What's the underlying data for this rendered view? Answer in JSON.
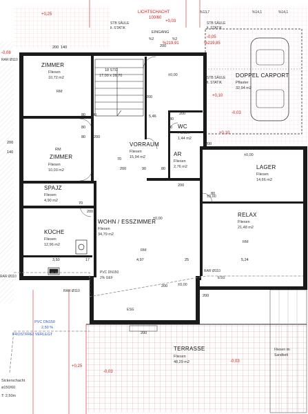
{
  "rooms": {
    "zimmer1": {
      "name": "ZIMMER",
      "floor": "Fliesen",
      "area": "10,72 m2",
      "rm": "RM"
    },
    "zimmer2": {
      "name": "ZIMMER",
      "floor": "Fliesen",
      "area": "10,03 m2",
      "rm": "RM"
    },
    "vorraum": {
      "name": "VORRAUM",
      "floor": "Fliesen",
      "area": "15,94 m2"
    },
    "ar": {
      "name": "AR",
      "floor": "Fliesen",
      "area": "2,76 m2"
    },
    "wc": {
      "name": "WC",
      "floor": "Fliesen",
      "area": "1,44 m2"
    },
    "lager": {
      "name": "LAGER",
      "floor": "Fliesen",
      "area": "14,66 m2"
    },
    "relax": {
      "name": "RELAX",
      "floor": "Fliesen",
      "area": "21,48 m2",
      "rm": "RM"
    },
    "spajz": {
      "name": "SPAJZ",
      "floor": "Fliesen",
      "area": "4,90 m2"
    },
    "kueche": {
      "name": "KÜCHE",
      "floor": "Fliesen",
      "area": "12,96 m2"
    },
    "wohn": {
      "name": "WOHN / ESSZIMMER",
      "floor": "Fliesen",
      "area": "34,79 m2",
      "rm": "RM"
    },
    "carport": {
      "name": "DOPPEL CARPORT",
      "floor": "Pflaster",
      "area": "32,94 m2"
    },
    "terrasse": {
      "name": "TERRASSE",
      "floor": "Fliesen",
      "area": "48,29 m2"
    }
  },
  "stairs": {
    "label": "18 STG",
    "size": "17,00 x 26,70"
  },
  "entrance": {
    "label": "EINGANG"
  },
  "labels": {
    "stb_saeule_1": "STB SÄULE",
    "il_statik_1": "lt. STATIK",
    "stb_saeule_2": "STB SÄULE",
    "il_statik_2": "lt. STATIK",
    "stb_saeule_3": "STB SÄULE",
    "il_statik_3": "lt. STATIK",
    "lichtschacht": "LICHTSCHACHT",
    "lichtschacht_size": "100/60",
    "pvc_dn150_a": "PVC DN150",
    "pvc_gef_a": "2% GEF",
    "pvc_dn150_b": "PVC DN150",
    "pvc_gef_b": "2,50 %",
    "frostfrei": "FROSTFREI VERLEGT",
    "rar_110_a": "RAR Ø110",
    "rar_110_b": "RAR Ø110",
    "rar_110_c": "RAR Ø110",
    "rar_110_d": "RAR Ø110",
    "esg_1": "ESG",
    "esg_2": "ESG",
    "fliesen_sandbett_1": "Fliesen im",
    "fliesen_sandbett_2": "Sandbett",
    "sickerschacht": "Sickerschacht",
    "sicker_size": "ø150/60",
    "sicker_depth": "T: 2,50m",
    "rm": "RM"
  },
  "levels": {
    "l1": "+0,25",
    "l2": "-0,08",
    "l3": "-0,05",
    "l4": "+0,10",
    "l5": "-0,03",
    "l6": "+0,10",
    "l7": "-0,03",
    "l8": "+0,25",
    "l9": "-0,03",
    "l10": "+0,03",
    "l11": "%13,7",
    "l12": "%14,1",
    "l13": "%14,1",
    "l14": "%219,85",
    "l15": "%219,91",
    "l16": "%2",
    "l17": "%2",
    "z1": "±0,00",
    "z2": "±0,00",
    "z3": "±0,00",
    "z4": "±0,00",
    "z5": "±0,00"
  },
  "dims": {
    "d200a": "200",
    "d140a": "140",
    "d80a": "80",
    "d80b": "80",
    "d200b": "200",
    "d140b": "140",
    "d80c": "80",
    "d200c": "200",
    "d80d": "80",
    "d200d": "200",
    "d200e": "200",
    "d90a": "90",
    "d80e": "80",
    "d200f": "200",
    "d70a": "70",
    "d200g": "200",
    "d200h": "200",
    "d80f": "80",
    "d80g": "80",
    "d200i": "200",
    "d80h": "80",
    "d200j": "200",
    "d5_46": "5,46",
    "d3_50": "3,50",
    "d17": "17",
    "d4_97": "4,97",
    "d25": "25",
    "d5_24": "5,24",
    "d70b": "70",
    "d200k": "200",
    "d200l": "200",
    "d200m": "200"
  },
  "colors": {
    "wall": "#1a1a1a",
    "hatch": "#e3a8a8",
    "red": "#d21a1a",
    "blue": "#2a58b8",
    "ground": "#b8b8b8"
  }
}
